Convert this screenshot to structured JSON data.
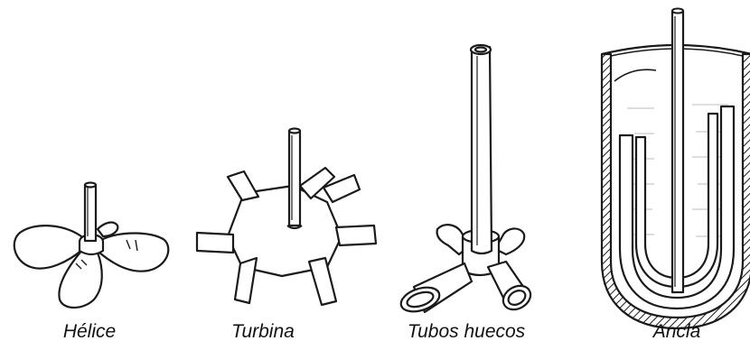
{
  "labels": {
    "helice": "Hélice",
    "turbina": "Turbina",
    "tubos_huecos": "Tubos huecos",
    "ancla": "Ancla"
  },
  "colors": {
    "ink": "#1a1a1a",
    "paper": "#ffffff",
    "background_text": "#c9c9c9"
  }
}
